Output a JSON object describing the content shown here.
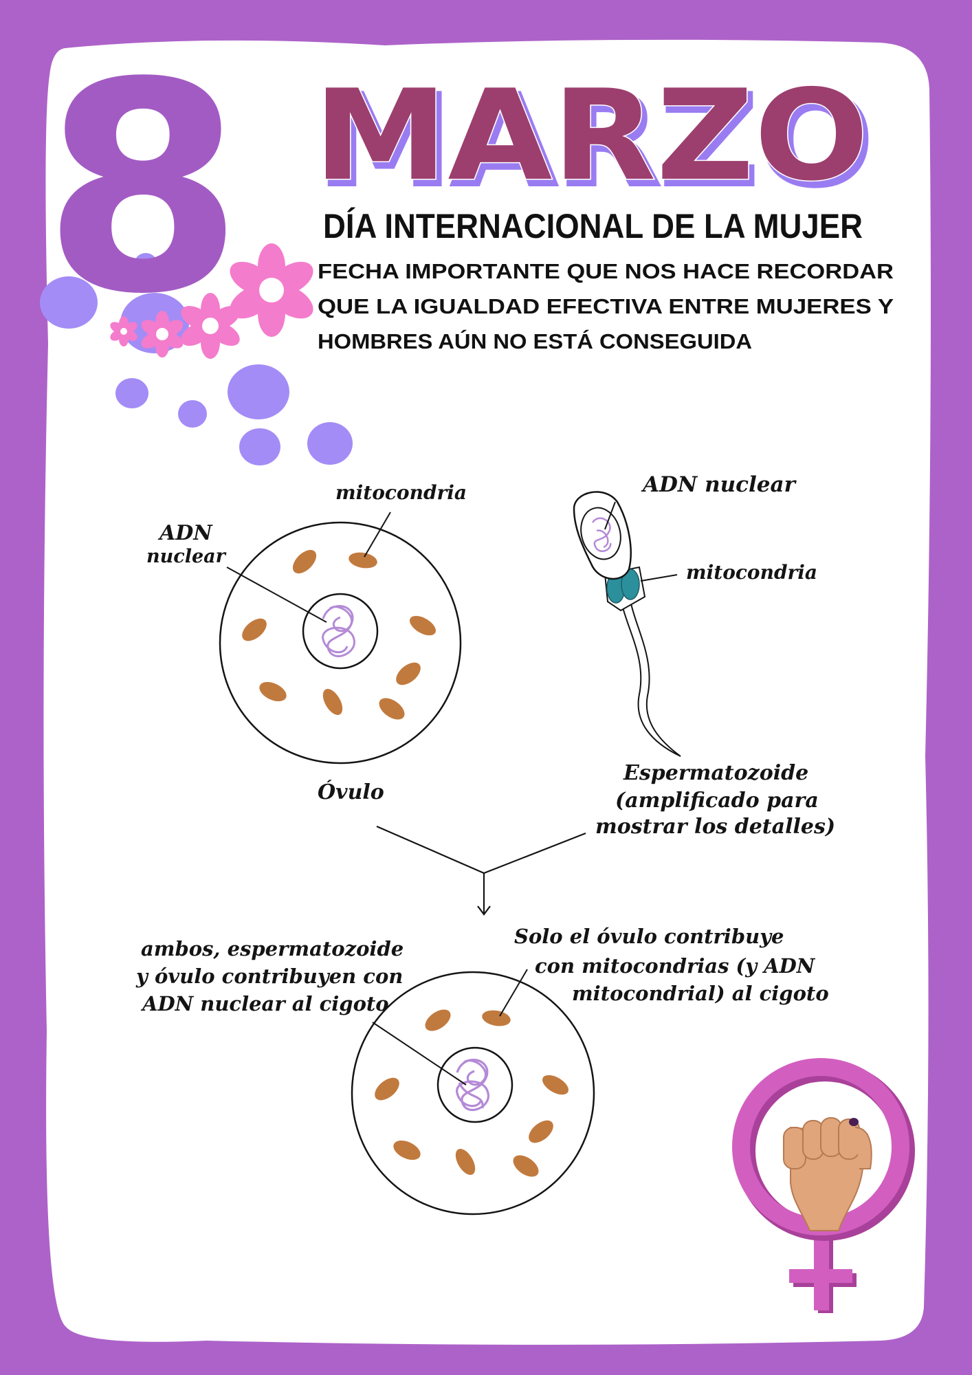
{
  "header": {
    "day_number": "8",
    "month": "MARZO",
    "subtitle": "DÍA INTERNACIONAL DE LA MUJER",
    "description_lines": [
      "FECHA IMPORTANTE QUE NOS HACE RECORDAR",
      "QUE LA IGUALDAD EFECTIVA ENTRE MUJERES Y",
      "HOMBRES AÚN NO ESTÁ CONSEGUIDA"
    ]
  },
  "ovum": {
    "name": "Óvulo",
    "label_mito": "mitocondria",
    "label_dna_lines": [
      "ADN",
      "nuclear"
    ]
  },
  "sperm": {
    "label_dna": "ADN nuclear",
    "label_mito": "mitocondria",
    "caption_lines": [
      "Espermatozoide",
      "(amplificado para",
      "mostrar los detalles)"
    ]
  },
  "zygote": {
    "left_note_lines": [
      "ambos, espermatozoide",
      "y óvulo contribuyen con",
      "ADN nuclear al cigoto"
    ],
    "right_note_lines": [
      "Solo el óvulo contribuye",
      "con mitocondrias (y ADN",
      "mitocondrial) al cigoto"
    ]
  },
  "colors": {
    "frame": "#ad62c9",
    "paper": "#ffffff",
    "eight": "#a35bc4",
    "marzo_fill": "#9c3f6e",
    "marzo_outline": "#9a7cf2",
    "blob": "#a38cf6",
    "flower": "#f47ccc",
    "mitochondria": "#c17a3e",
    "dna_purple": "#b48ad6",
    "sperm_mito": "#2c8f9c",
    "venus": "#d25fc0",
    "skin": "#e0a57a"
  },
  "icons": [
    "flower-icon",
    "venus-symbol-icon",
    "raised-fist-icon",
    "arrow-down-icon"
  ]
}
